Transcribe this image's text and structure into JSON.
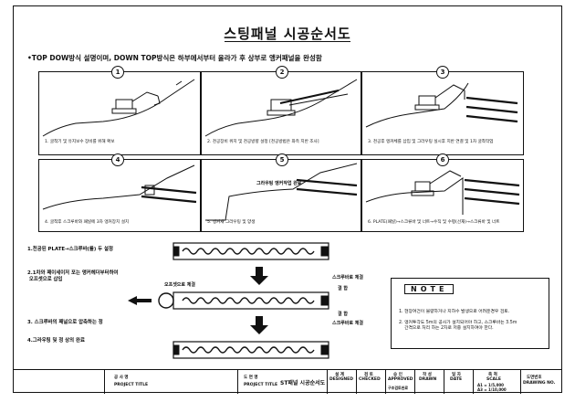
{
  "title": "스팅패널 시공순서도",
  "intro": "•TOP DOW방식 설명이며, DOWN TOP방식은 하부에서부터 올라가 후 상부로 앵커패널을 완성함",
  "steps": [
    {
      "num": "1",
      "caption": "1. 굴착기 및 유지보수 장비를 위해 확보"
    },
    {
      "num": "2",
      "caption": "2. 천공장비 위치 및 천공방향 설정 [천공방법은 좌측 지반 조사]"
    },
    {
      "num": "3",
      "caption": "3. 천공후 앵커체를 삽입 및 그라우팅 실시후 지반 연결 및 1차 굴착작업"
    },
    {
      "num": "4",
      "caption": "4. 굴착후 스크루바와 패널에 3차 앵커장치 설치"
    },
    {
      "num": "5",
      "caption": "5. 앵커재 그라우팅 및 양생"
    },
    {
      "num": "6",
      "caption": "6. PLATE(패널)→스크류바 및 너트→수직 및 수평(선재)→스크류바 및 너트"
    }
  ],
  "step5_note": "그라우팅 앵커작업 완료",
  "procedure": [
    "1.천공된 PLATE→스크루바(를) 두 설정",
    "2.1차와 패이세이저 포는 앵커헤더부터하여\n 오프셋으로 삽입",
    "3. 스크루바의 패널으로 압축하는 정",
    "4.그라우팅 및 정 상의 완료"
  ],
  "rod_labels": {
    "top_right": "스크루바로 체결",
    "mid_left": "오프셋으로 체결",
    "mid_right_a": "결 합",
    "mid_right_b": "결 합",
    "bot_right": "스크루바로 체결"
  },
  "note": {
    "heading": "NOTE",
    "items": [
      "1. 현장여건이 불량하거나 지하수 발생으로 어려운경우 검토.",
      "2. 앵커투각도 5m의 공사가 설치되어야 하고, 스크루바는 3.5m\n    간격으로 처리 하는 2차로 저중 설치하여야 한다."
    ]
  },
  "titleblock": {
    "cells": [
      {
        "a": "공 사 명",
        "b": "PROJECT TITLE"
      },
      {
        "a": "도 면 명",
        "b": "PROJECT TITLE"
      },
      {
        "a": "ST패널 시공순서도",
        "b": ""
      },
      {
        "a": "설 계",
        "b": "DESIGNED"
      },
      {
        "a": "검 토",
        "b": "CHECKED"
      },
      {
        "a": "승 인",
        "b": "APPROVED"
      },
      {
        "a": "작 성",
        "b": "DRAWN"
      },
      {
        "a": "일 자",
        "b": "DATE"
      },
      {
        "a": "축 척",
        "b": "SCALE"
      },
      {
        "a": "도면번호",
        "b": "DRAWING NO."
      }
    ],
    "scale_a": "A1 = 1/5,000",
    "scale_b": "A3 = 1/10,000",
    "approved_note": "구조검토완료"
  }
}
